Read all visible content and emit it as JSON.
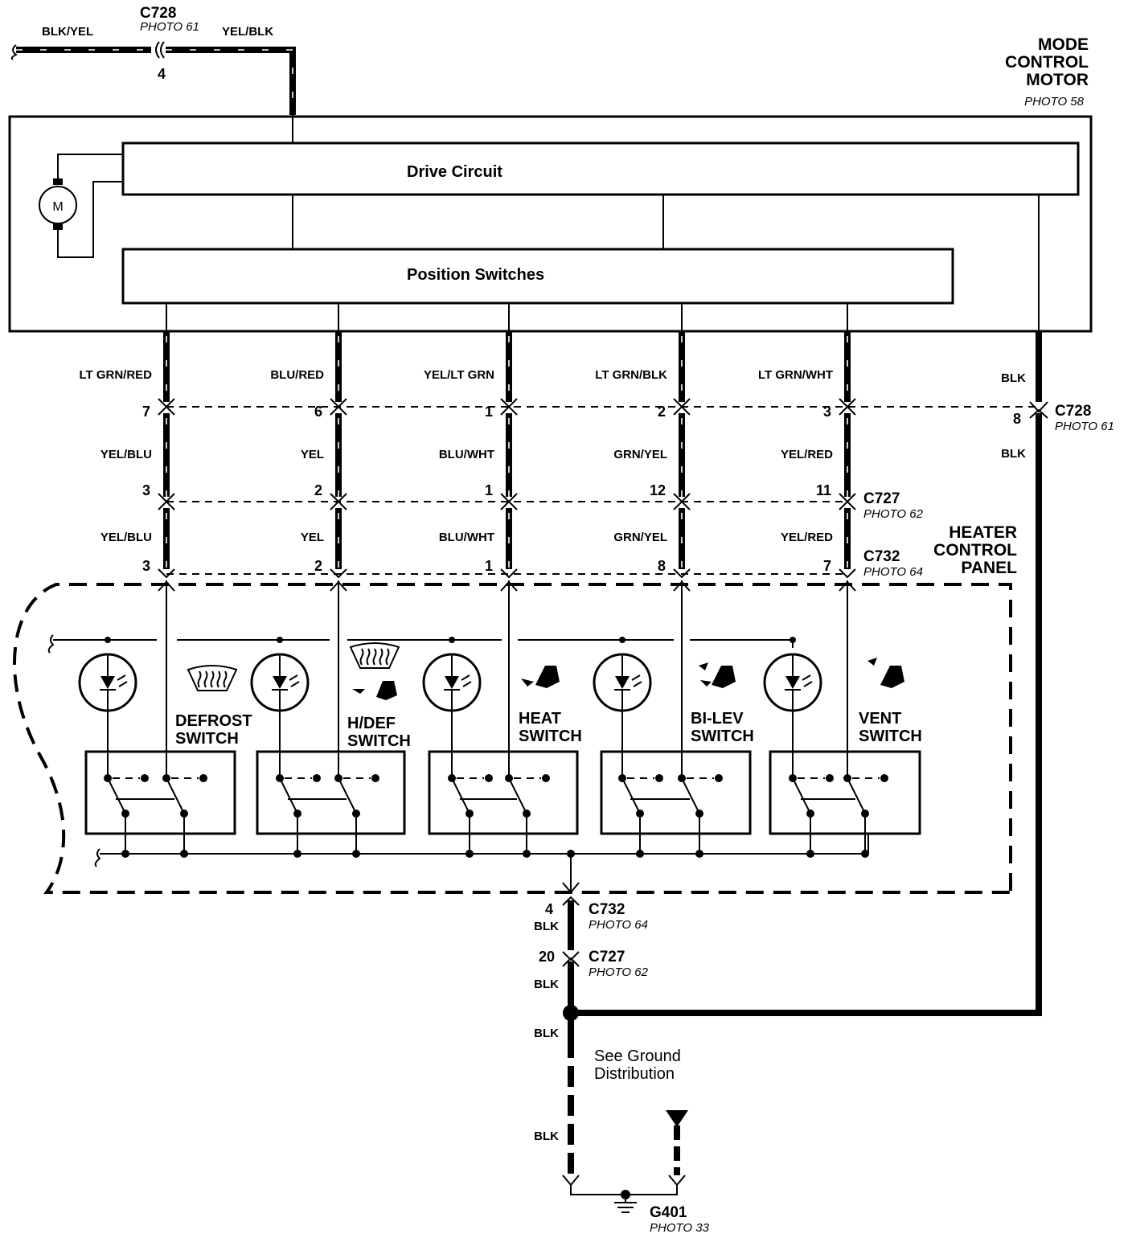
{
  "mode_control_motor": {
    "title_lines": [
      "MODE",
      "CONTROL",
      "MOTOR"
    ],
    "photo": "PHOTO 58",
    "motor_symbol": "M",
    "drive_circuit": "Drive Circuit",
    "position_switches": "Position Switches"
  },
  "top_feed": {
    "connector": "C728",
    "photo": "PHOTO 61",
    "pin": "4",
    "left_wire": "BLK/YEL",
    "right_wire": "YEL/BLK"
  },
  "c728": {
    "name": "C728",
    "photo": "PHOTO 61"
  },
  "c727": {
    "name": "C727",
    "photo": "PHOTO 62"
  },
  "c732": {
    "name": "C732",
    "photo": "PHOTO 64"
  },
  "columns": [
    {
      "wire_top": "LT GRN/RED",
      "c728_pin": "7",
      "wire_mid": "YEL/BLU",
      "c727_pin": "3",
      "wire_low": "YEL/BLU",
      "c732_pin": "3"
    },
    {
      "wire_top": "BLU/RED",
      "c728_pin": "6",
      "wire_mid": "YEL",
      "c727_pin": "2",
      "wire_low": "YEL",
      "c732_pin": "2"
    },
    {
      "wire_top": "YEL/LT GRN",
      "c728_pin": "1",
      "wire_mid": "BLU/WHT",
      "c727_pin": "1",
      "wire_low": "BLU/WHT",
      "c732_pin": "1"
    },
    {
      "wire_top": "LT GRN/BLK",
      "c728_pin": "2",
      "wire_mid": "GRN/YEL",
      "c727_pin": "12",
      "wire_low": "GRN/YEL",
      "c732_pin": "8"
    },
    {
      "wire_top": "LT GRN/WHT",
      "c728_pin": "3",
      "wire_mid": "YEL/RED",
      "c727_pin": "11",
      "wire_low": "YEL/RED",
      "c732_pin": "7"
    }
  ],
  "ground_column": {
    "wire_top": "BLK",
    "c728_pin": "8",
    "wire_mid": "BLK"
  },
  "heater_panel": {
    "title_lines": [
      "HEATER",
      "CONTROL",
      "PANEL"
    ],
    "switches": [
      {
        "line1": "DEFROST",
        "line2": "SWITCH",
        "icon": "defrost-icon"
      },
      {
        "line1": "H/DEF",
        "line2": "SWITCH",
        "icon": "heat-defrost-icon"
      },
      {
        "line1": "HEAT",
        "line2": "SWITCH",
        "icon": "heat-icon"
      },
      {
        "line1": "BI-LEV",
        "line2": "SWITCH",
        "icon": "bi-level-icon"
      },
      {
        "line1": "VENT",
        "line2": "SWITCH",
        "icon": "vent-icon"
      }
    ]
  },
  "ground_path": {
    "c732_pin": "4",
    "c732_wire": "BLK",
    "c727_pin": "20",
    "c727_wire": "BLK",
    "wire_after_splice": "BLK",
    "see_note_lines": [
      "See Ground",
      "Distribution"
    ],
    "wire_bottom": "BLK",
    "ground_name": "G401",
    "ground_photo": "PHOTO 33"
  }
}
